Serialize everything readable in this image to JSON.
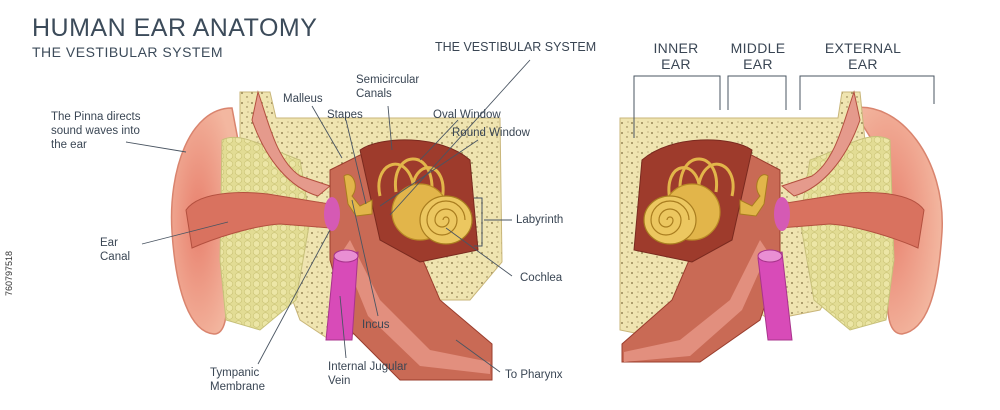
{
  "header": {
    "title": "HUMAN EAR ANATOMY",
    "subtitle": "THE VESTIBULAR SYSTEM"
  },
  "labels": {
    "pinna": "The Pinna directs sound waves into the ear",
    "ear_canal": "Ear Canal",
    "malleus": "Malleus",
    "stapes": "Stapes",
    "semicircular": "Semicircular Canals",
    "vestibular_system": "THE VESTIBULAR SYSTEM",
    "oval_window": "Oval Window",
    "round_window": "Round Window",
    "labyrinth": "Labyrinth",
    "cochlea": "Cochlea",
    "incus": "Incus",
    "to_pharynx": "To Pharynx",
    "tympanic": "Tympanic Membrane",
    "jugular": "Internal Jugular Vein"
  },
  "groups": {
    "inner_ear": "INNER EAR",
    "middle_ear": "MIDDLE EAR",
    "external_ear": "EXTERNAL EAR"
  },
  "stock_id": "760797518",
  "colors": {
    "bone": "#efe4b0",
    "fat": "#e6e199",
    "tissue": "#c96a55",
    "flesh": "#f0a890",
    "inner": "#9e3b2c",
    "gold": "#e2b54a",
    "vein": "#d84bb8",
    "line": "#4a5562"
  }
}
